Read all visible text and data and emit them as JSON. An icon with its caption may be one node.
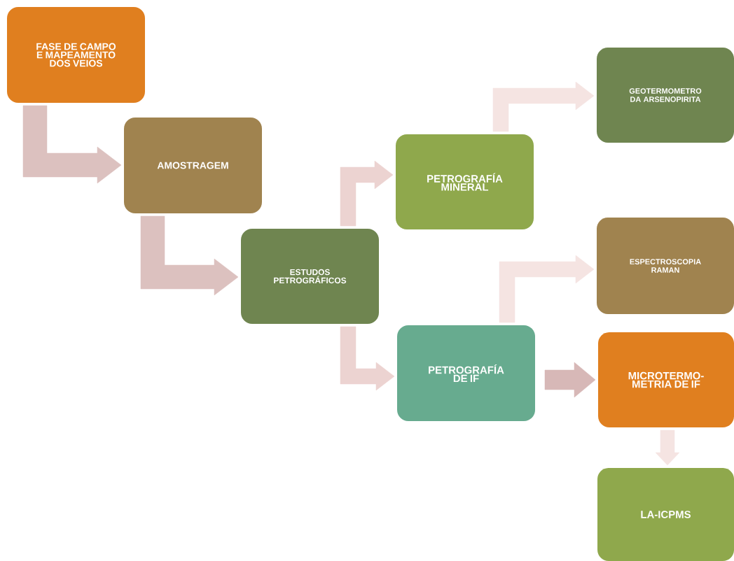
{
  "diagram": {
    "nodes": [
      {
        "text": [
          "FASE DE CAMPO E MAPEAMENTO DOS VEIOS"
        ]
      },
      {
        "text": [
          "AMOSTRAGEM"
        ]
      },
      {
        "text": [
          "ESTUDOS PETROGRÁFICOS"
        ]
      },
      {
        "text": [
          "PETROGRAFÍA MINERAL"
        ]
      },
      {
        "text": [
          "GEOTERMOMETRO DA ARSENOPIRITA"
        ]
      },
      {
        "text": [
          "PETROGRAFÍA DE IF"
        ]
      },
      {
        "text": [
          "ESPECTROSCOPIA RAMAN"
        ]
      },
      {
        "text": [
          "MICROTERMO- METRIA DE IF"
        ]
      },
      {
        "text": [
          "LA-ICPMS"
        ]
      }
    ],
    "edges": [
      {
        "from": 0,
        "to": 1,
        "arrow": "to",
        "color": "#dcc1bf"
      },
      {
        "from": 1,
        "to": 2,
        "arrow": "to",
        "color": "#dcc1bf"
      },
      {
        "from": 2,
        "to": 3,
        "arrow": "to",
        "color": "#ecd3d1"
      },
      {
        "from": 2,
        "to": 5,
        "arrow": "to",
        "color": "#ecd3d1"
      },
      {
        "from": 3,
        "to": 4,
        "arrow": "to",
        "color": "#f5e4e2"
      },
      {
        "from": 5,
        "to": 6,
        "arrow": "to",
        "color": "#f5e4e2"
      },
      {
        "from": 5,
        "to": 7,
        "arrow": "to",
        "color": "#d7b8b7"
      },
      {
        "from": 7,
        "to": 8,
        "arrow": "to",
        "color": "#f5e4e2"
      }
    ]
  }
}
